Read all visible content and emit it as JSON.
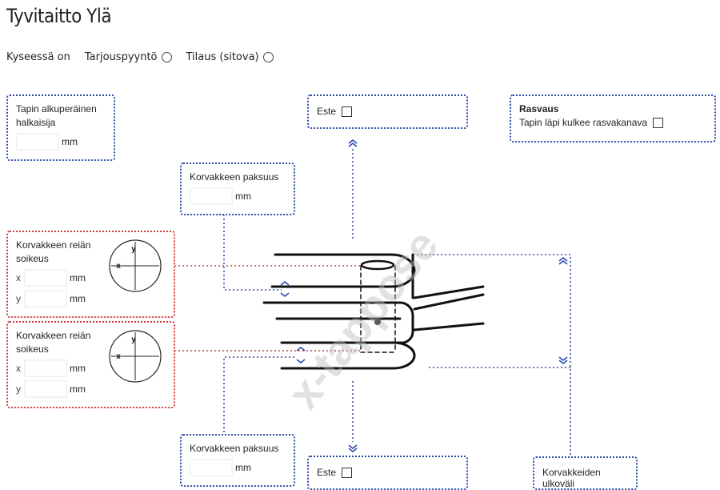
{
  "page": {
    "title": "Tyvitaitto Ylä"
  },
  "order": {
    "label": "Kyseessä on",
    "options": [
      {
        "label": "Tarjouspyyntö",
        "selected": false
      },
      {
        "label": "Tilaus (sitova)",
        "selected": false
      }
    ]
  },
  "pin_diameter": {
    "label_line1": "Tapin alkuperäinen",
    "label_line2": "halkaisija",
    "unit": "mm",
    "value": ""
  },
  "obstacle_top": {
    "label": "Este",
    "checked": false
  },
  "lubrication": {
    "heading": "Rasvaus",
    "label": "Tapin läpi kulkee rasvakanava",
    "checked": false
  },
  "lug_thickness_top": {
    "label": "Korvakkeen paksuus",
    "unit": "mm",
    "value": ""
  },
  "ovality_1": {
    "label_line1": "Korvakkeen reiän",
    "label_line2": "soikeus",
    "x_label": "x",
    "y_label": "y",
    "unit": "mm",
    "dial_x": "x",
    "dial_y": "y"
  },
  "ovality_2": {
    "label_line1": "Korvakkeen reiän",
    "label_line2": "soikeus",
    "x_label": "x",
    "y_label": "y",
    "unit": "mm",
    "dial_x": "x",
    "dial_y": "y"
  },
  "lug_thickness_bottom": {
    "label": "Korvakkeen paksuus",
    "unit": "mm",
    "value": ""
  },
  "obstacle_bottom": {
    "label": "Este",
    "checked": false
  },
  "lug_outer_spacing": {
    "label": "Korvakkeiden ulkoväli"
  },
  "watermark": {
    "text": "x-tappose"
  },
  "colors": {
    "blue_dotted": "#2b4aa8",
    "red_dotted": "#d23a3a"
  }
}
